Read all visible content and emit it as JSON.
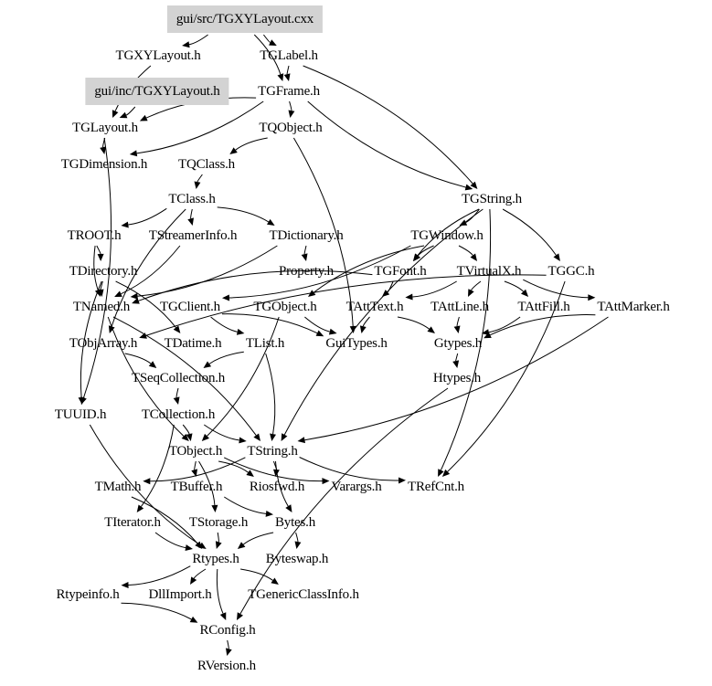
{
  "diagram": {
    "type": "include-dependency-graph",
    "root": "gui/src/TGXYLayout.cxx",
    "highlight_color": "#d3d3d3",
    "nodes": [
      {
        "id": "src",
        "label": "gui/src/TGXYLayout.cxx",
        "highlighted": true
      },
      {
        "id": "TGXYLayout_h",
        "label": "TGXYLayout.h"
      },
      {
        "id": "TGLabel",
        "label": "TGLabel.h"
      },
      {
        "id": "inc",
        "label": "gui/inc/TGXYLayout.h",
        "highlighted": true
      },
      {
        "id": "TGFrame",
        "label": "TGFrame.h"
      },
      {
        "id": "TGLayout",
        "label": "TGLayout.h"
      },
      {
        "id": "TQObject",
        "label": "TQObject.h"
      },
      {
        "id": "TGDimension",
        "label": "TGDimension.h"
      },
      {
        "id": "TQClass",
        "label": "TQClass.h"
      },
      {
        "id": "TClass",
        "label": "TClass.h"
      },
      {
        "id": "TGString",
        "label": "TGString.h"
      },
      {
        "id": "TROOT",
        "label": "TROOT.h"
      },
      {
        "id": "TStreamerInfo",
        "label": "TStreamerInfo.h"
      },
      {
        "id": "TDictionary",
        "label": "TDictionary.h"
      },
      {
        "id": "TGWindow",
        "label": "TGWindow.h"
      },
      {
        "id": "TDirectory",
        "label": "TDirectory.h"
      },
      {
        "id": "Property",
        "label": "Property.h"
      },
      {
        "id": "TGFont",
        "label": "TGFont.h"
      },
      {
        "id": "TVirtualX",
        "label": "TVirtualX.h"
      },
      {
        "id": "TGGC",
        "label": "TGGC.h"
      },
      {
        "id": "TNamed",
        "label": "TNamed.h"
      },
      {
        "id": "TGClient",
        "label": "TGClient.h"
      },
      {
        "id": "TGObject",
        "label": "TGObject.h"
      },
      {
        "id": "TAttText",
        "label": "TAttText.h"
      },
      {
        "id": "TAttLine",
        "label": "TAttLine.h"
      },
      {
        "id": "TAttFill",
        "label": "TAttFill.h"
      },
      {
        "id": "TAttMarker",
        "label": "TAttMarker.h"
      },
      {
        "id": "TObjArray",
        "label": "TObjArray.h"
      },
      {
        "id": "TDatime",
        "label": "TDatime.h"
      },
      {
        "id": "TList",
        "label": "TList.h"
      },
      {
        "id": "GuiTypes",
        "label": "GuiTypes.h"
      },
      {
        "id": "Gtypes",
        "label": "Gtypes.h"
      },
      {
        "id": "TSeqCollection",
        "label": "TSeqCollection.h"
      },
      {
        "id": "Htypes",
        "label": "Htypes.h"
      },
      {
        "id": "TUUID",
        "label": "TUUID.h"
      },
      {
        "id": "TCollection",
        "label": "TCollection.h"
      },
      {
        "id": "TObject",
        "label": "TObject.h"
      },
      {
        "id": "TString",
        "label": "TString.h"
      },
      {
        "id": "TMath",
        "label": "TMath.h"
      },
      {
        "id": "TBuffer",
        "label": "TBuffer.h"
      },
      {
        "id": "Riosfwd",
        "label": "Riosfwd.h"
      },
      {
        "id": "Varargs",
        "label": "Varargs.h"
      },
      {
        "id": "TRefCnt",
        "label": "TRefCnt.h"
      },
      {
        "id": "TIterator",
        "label": "TIterator.h"
      },
      {
        "id": "TStorage",
        "label": "TStorage.h"
      },
      {
        "id": "Bytes",
        "label": "Bytes.h"
      },
      {
        "id": "Rtypes",
        "label": "Rtypes.h"
      },
      {
        "id": "Byteswap",
        "label": "Byteswap.h"
      },
      {
        "id": "Rtypeinfo",
        "label": "Rtypeinfo.h"
      },
      {
        "id": "DllImport",
        "label": "DllImport.h"
      },
      {
        "id": "TGenericClassInfo",
        "label": "TGenericClassInfo.h"
      },
      {
        "id": "RConfig",
        "label": "RConfig.h"
      },
      {
        "id": "RVersion",
        "label": "RVersion.h"
      }
    ],
    "edges": [
      [
        "src",
        "TGXYLayout_h"
      ],
      [
        "src",
        "TGLabel"
      ],
      [
        "src",
        "TGFrame"
      ],
      [
        "TGXYLayout_h",
        "TGLayout"
      ],
      [
        "inc",
        "TGLayout"
      ],
      [
        "TGLabel",
        "TGFrame"
      ],
      [
        "TGLabel",
        "TGString"
      ],
      [
        "TGFrame",
        "TGLayout"
      ],
      [
        "TGFrame",
        "TQObject"
      ],
      [
        "TGFrame",
        "TGString"
      ],
      [
        "TGFrame",
        "TGDimension"
      ],
      [
        "TGLayout",
        "TGDimension"
      ],
      [
        "TGLayout",
        "TUUID"
      ],
      [
        "TQObject",
        "TQClass"
      ],
      [
        "TQObject",
        "GuiTypes"
      ],
      [
        "TQClass",
        "TClass"
      ],
      [
        "TClass",
        "TROOT"
      ],
      [
        "TClass",
        "TStreamerInfo"
      ],
      [
        "TClass",
        "TDictionary"
      ],
      [
        "TClass",
        "TObjArray"
      ],
      [
        "TROOT",
        "TDirectory"
      ],
      [
        "TROOT",
        "TNamed"
      ],
      [
        "TStreamerInfo",
        "TNamed"
      ],
      [
        "TDictionary",
        "Property"
      ],
      [
        "TDictionary",
        "TNamed"
      ],
      [
        "TDirectory",
        "TNamed"
      ],
      [
        "TDirectory",
        "TDatime"
      ],
      [
        "TDirectory",
        "TUUID"
      ],
      [
        "TGString",
        "TGWindow"
      ],
      [
        "TGString",
        "TGFont"
      ],
      [
        "TGString",
        "TGGC"
      ],
      [
        "TGString",
        "TString"
      ],
      [
        "TGString",
        "TRefCnt"
      ],
      [
        "TGWindow",
        "TGFont"
      ],
      [
        "TGWindow",
        "TVirtualX"
      ],
      [
        "TGWindow",
        "TGObject"
      ],
      [
        "TGWindow",
        "TGClient"
      ],
      [
        "TGFont",
        "TNamed"
      ],
      [
        "TGFont",
        "TAttText"
      ],
      [
        "TVirtualX",
        "TAttLine"
      ],
      [
        "TVirtualX",
        "TAttFill"
      ],
      [
        "TVirtualX",
        "TAttMarker"
      ],
      [
        "TVirtualX",
        "TAttText"
      ],
      [
        "TGGC",
        "TObjArray"
      ],
      [
        "TGGC",
        "TRefCnt"
      ],
      [
        "TGClient",
        "TList"
      ],
      [
        "TGClient",
        "GuiTypes"
      ],
      [
        "TGObject",
        "GuiTypes"
      ],
      [
        "TGObject",
        "TObject"
      ],
      [
        "TNamed",
        "TObject"
      ],
      [
        "TNamed",
        "TString"
      ],
      [
        "TAttText",
        "GuiTypes"
      ],
      [
        "TAttText",
        "Gtypes"
      ],
      [
        "TAttLine",
        "Gtypes"
      ],
      [
        "TAttFill",
        "Gtypes"
      ],
      [
        "TAttMarker",
        "Gtypes"
      ],
      [
        "TAttMarker",
        "TString"
      ],
      [
        "Gtypes",
        "Htypes"
      ],
      [
        "TObjArray",
        "TSeqCollection"
      ],
      [
        "TList",
        "TSeqCollection"
      ],
      [
        "TList",
        "TString"
      ],
      [
        "TSeqCollection",
        "TCollection"
      ],
      [
        "TCollection",
        "TObject"
      ],
      [
        "TCollection",
        "TString"
      ],
      [
        "TCollection",
        "TIterator"
      ],
      [
        "TObject",
        "TBuffer"
      ],
      [
        "TObject",
        "Riosfwd"
      ],
      [
        "TObject",
        "Varargs"
      ],
      [
        "TObject",
        "TStorage"
      ],
      [
        "TString",
        "TRefCnt"
      ],
      [
        "TString",
        "Riosfwd"
      ],
      [
        "TString",
        "Bytes"
      ],
      [
        "TString",
        "TMath"
      ],
      [
        "TBuffer",
        "Bytes"
      ],
      [
        "TMath",
        "Rtypes"
      ],
      [
        "TIterator",
        "Rtypes"
      ],
      [
        "TStorage",
        "Rtypes"
      ],
      [
        "Bytes",
        "Rtypes"
      ],
      [
        "Bytes",
        "Byteswap"
      ],
      [
        "TUUID",
        "Rtypes"
      ],
      [
        "Rtypes",
        "Rtypeinfo"
      ],
      [
        "Rtypes",
        "DllImport"
      ],
      [
        "Rtypes",
        "TGenericClassInfo"
      ],
      [
        "Rtypes",
        "RConfig"
      ],
      [
        "Rtypeinfo",
        "RConfig"
      ],
      [
        "Htypes",
        "RConfig"
      ],
      [
        "RConfig",
        "RVersion"
      ]
    ]
  }
}
